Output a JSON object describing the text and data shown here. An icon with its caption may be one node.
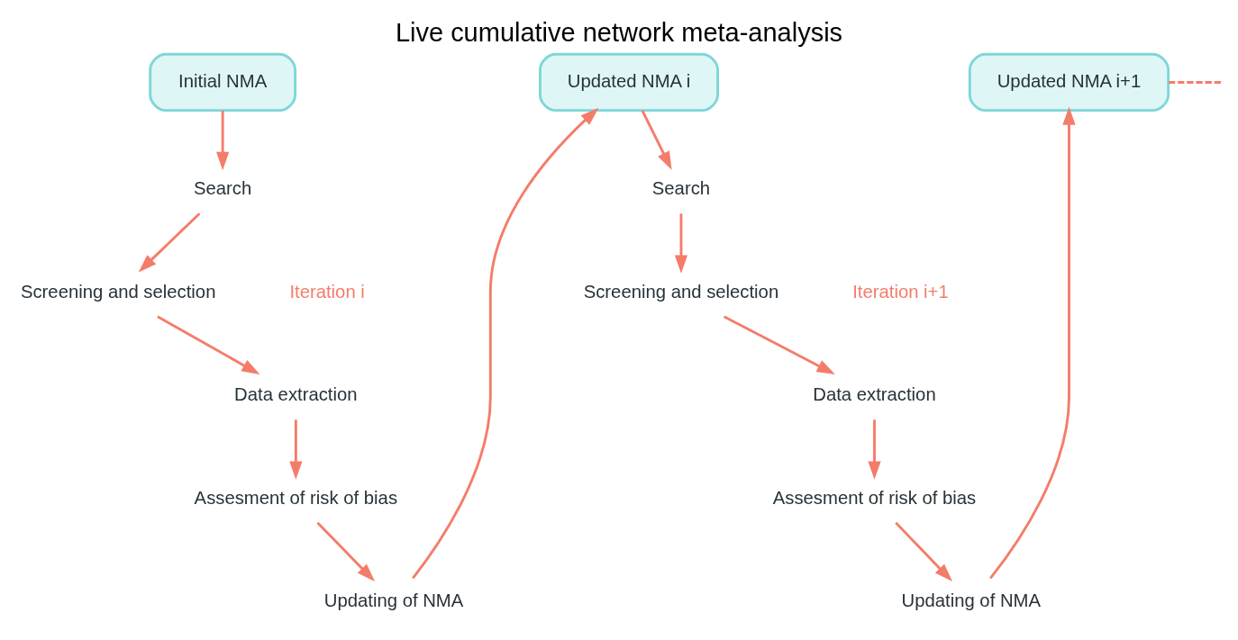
{
  "diagram": {
    "title": "Live cumulative network meta-analysis",
    "nodes": [
      {
        "text": [
          "Initial NMA"
        ]
      },
      {
        "text": [
          "Updated NMA i"
        ]
      },
      {
        "text": [
          "Updated NMA i+1"
        ]
      },
      {
        "text": [
          "Updating of NMA"
        ]
      },
      {
        "text": [
          "Search"
        ]
      },
      {
        "text": [
          "Screening and selection"
        ]
      },
      {
        "text": [
          "Data extraction"
        ]
      },
      {
        "text": [
          "Assesment of risk of bias"
        ]
      },
      {
        "text": [
          "Updating of NMA"
        ]
      },
      {
        "text": [
          "Search"
        ]
      },
      {
        "text": [
          "Screening and selection"
        ]
      },
      {
        "text": [
          "Data extraction"
        ]
      },
      {
        "text": [
          "Assesment of risk of bias"
        ]
      }
    ],
    "edges": [
      {
        "from": 0,
        "to": 4,
        "arrow": "to"
      },
      {
        "from": 3,
        "to": 1,
        "arrow": "to"
      },
      {
        "from": 4,
        "to": 5,
        "arrow": "to"
      },
      {
        "from": 5,
        "to": 6,
        "arrow": "to"
      },
      {
        "from": 6,
        "to": 7,
        "arrow": "to"
      },
      {
        "from": 7,
        "to": 3,
        "arrow": "to"
      },
      {
        "from": 1,
        "to": 9,
        "arrow": "to"
      },
      {
        "from": 8,
        "to": 2,
        "arrow": "to"
      },
      {
        "from": 9,
        "to": 10,
        "arrow": "to"
      },
      {
        "from": 10,
        "to": 11,
        "arrow": "to"
      },
      {
        "from": 11,
        "to": 12,
        "arrow": "to"
      },
      {
        "from": 12,
        "to": 8,
        "arrow": "to"
      },
      {
        "from": 2,
        "to": null,
        "arrow": "none",
        "style": "dashed"
      }
    ],
    "labels": [
      "Iteration i",
      "Iteration i+1"
    ]
  }
}
